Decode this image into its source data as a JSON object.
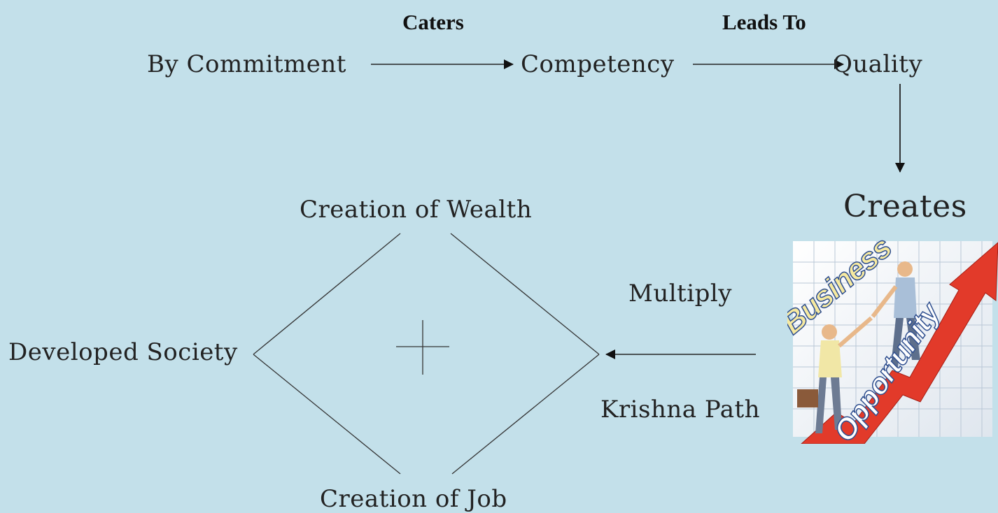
{
  "nodes": {
    "commitment": "By Commitment",
    "competency": "Competency",
    "quality": "Quality",
    "creates": "Creates",
    "wealth": "Creation of Wealth",
    "job": "Creation of Job",
    "society": "Developed Society",
    "multiply": "Multiply",
    "krishna": "Krishna Path"
  },
  "edges": {
    "caters": "Caters",
    "leads_to": "Leads To"
  },
  "illustration": {
    "word_top": "Business",
    "word_bottom": "Opportunity"
  },
  "colors": {
    "background": "#c3e0ea",
    "line": "#333333",
    "arrow_red": "#e23a2a"
  }
}
